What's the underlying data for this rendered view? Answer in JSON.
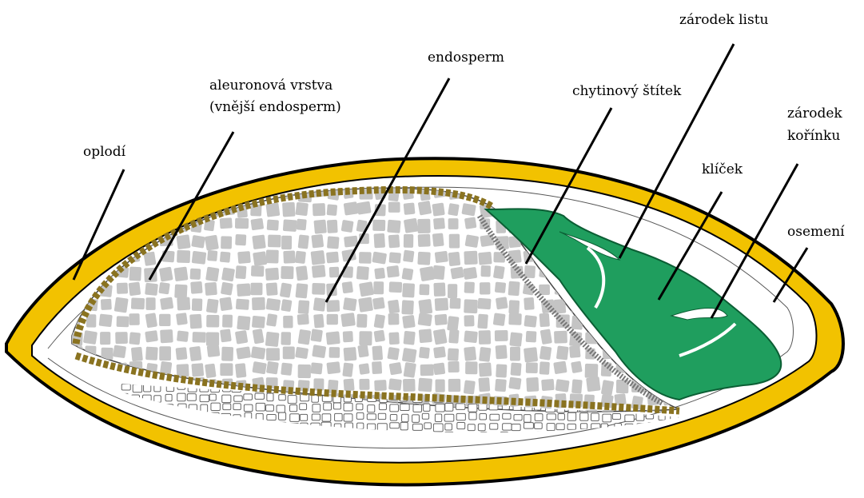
{
  "diagram": {
    "labels": {
      "oplodi": "oplodí",
      "aleuron_line1": "aleuronová vrstva",
      "aleuron_line2": "(vnější endosperm)",
      "endosperm": "endosperm",
      "stitek": "chytinový štítek",
      "zarodek_listu": "zárodek listu",
      "zarodek_korinku_line1": "zárodek",
      "zarodek_korinku_line2": "kořínku",
      "klicek": "klíček",
      "osemeni": "osemení"
    },
    "colors": {
      "pericarp": "#f2c200",
      "seed_coat_outline": "#000000",
      "inner_bg": "#ffffff",
      "endosperm_cells": "#c4c4c4",
      "aleurone": "#8a7320",
      "embryo": "#1f9e5e",
      "leader_lines": "#000000"
    }
  }
}
